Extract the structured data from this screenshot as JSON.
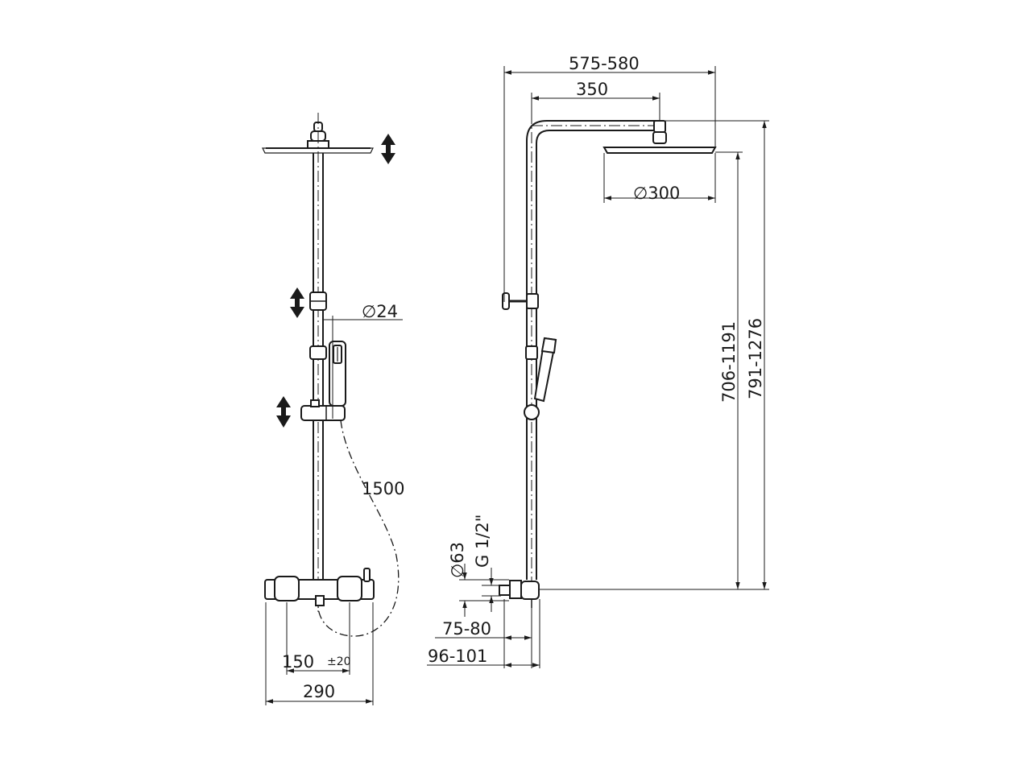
{
  "diagram": {
    "front_view": {
      "pipe_diameter": "∅24",
      "hose_length": "1500",
      "inlet_spacing": "150",
      "inlet_tolerance": "±20",
      "mixer_width": "290"
    },
    "side_view": {
      "overall_reach": "575-580",
      "arm_length": "350",
      "head_diameter": "∅300",
      "height_to_head": "706-1191",
      "height_to_arm": "791-1276",
      "escutcheon_diameter": "∅63",
      "thread_size": "G 1/2\"",
      "wall_to_pipe": "75-80",
      "wall_to_front": "96-101"
    }
  }
}
